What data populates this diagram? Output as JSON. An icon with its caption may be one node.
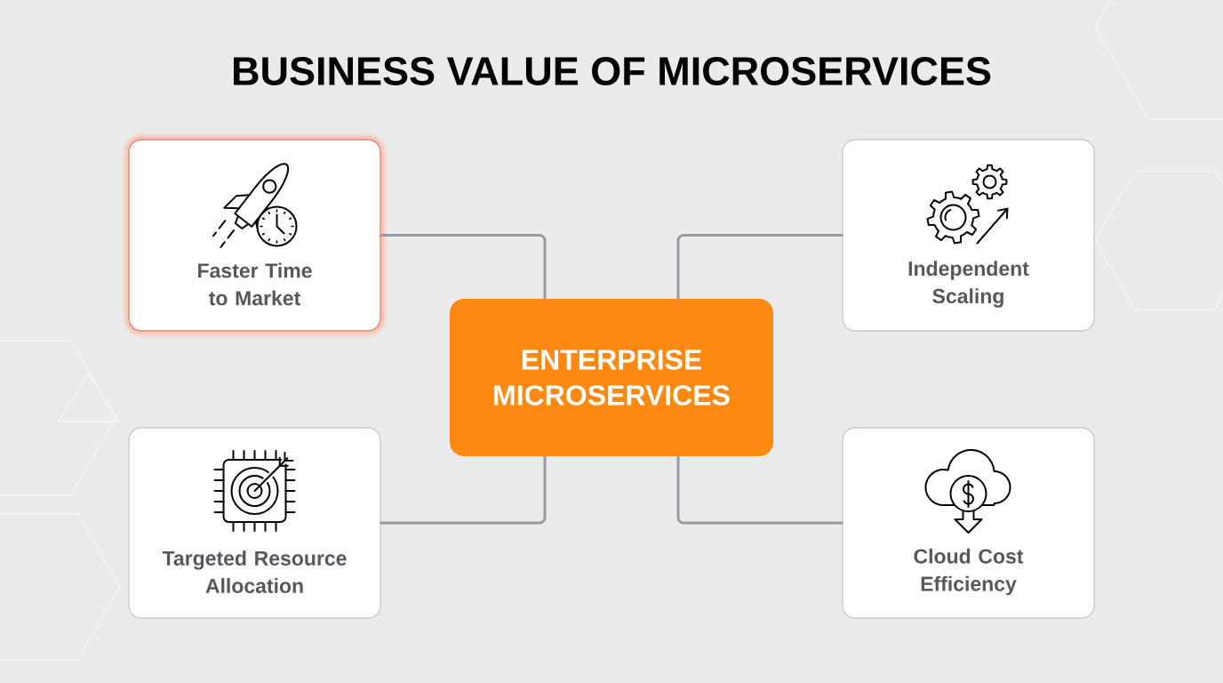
{
  "diagram": {
    "title": "BUSINESS VALUE OF MICROSERVICES",
    "nodes": [
      {
        "text": [
          "Faster Time to Market"
        ]
      },
      {
        "text": [
          "Independent Scaling"
        ]
      },
      {
        "text": [
          "ENTERPRISE MICROSERVICES"
        ]
      },
      {
        "text": [
          "Targeted Resource Allocation"
        ]
      },
      {
        "text": [
          "Cloud Cost Efficiency"
        ]
      }
    ],
    "edges": [
      {
        "from": 2,
        "to": 0,
        "arrow": "none"
      },
      {
        "from": 2,
        "to": 1,
        "arrow": "none"
      },
      {
        "from": 2,
        "to": 3,
        "arrow": "none"
      },
      {
        "from": 2,
        "to": 4,
        "arrow": "none"
      }
    ]
  }
}
